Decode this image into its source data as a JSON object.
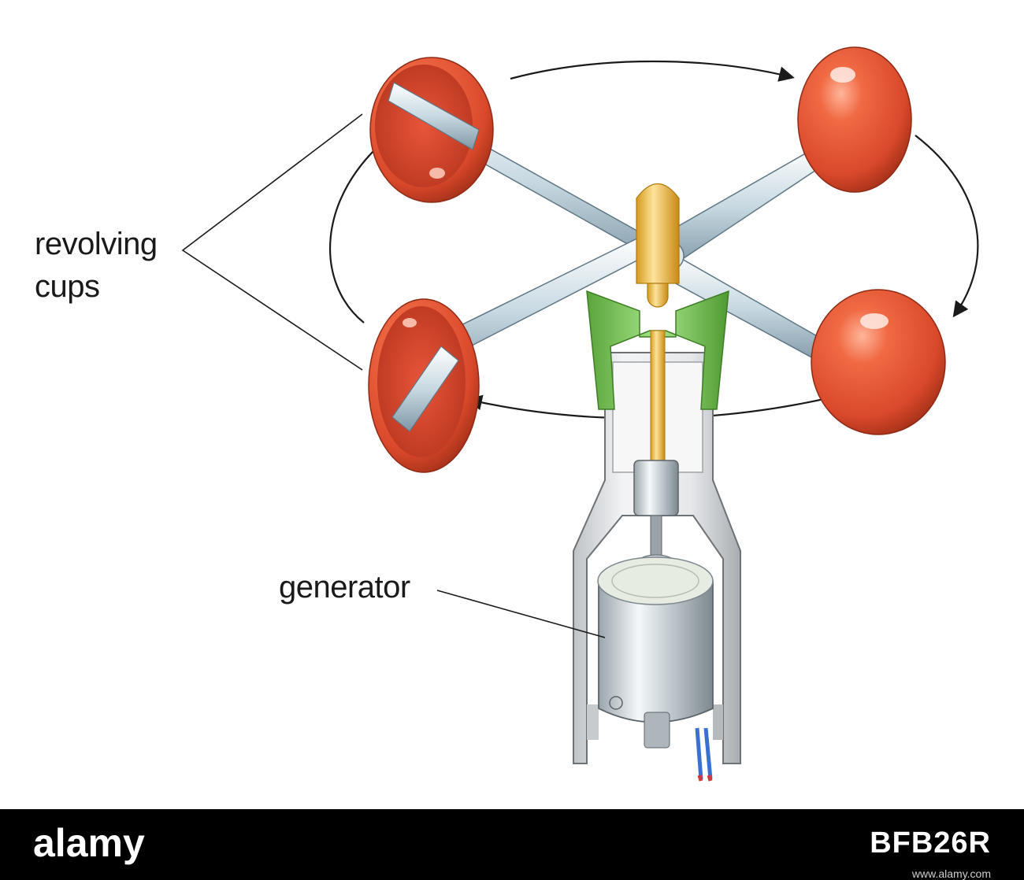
{
  "labels": {
    "cups_line1": "revolving",
    "cups_line2": "cups",
    "generator": "generator"
  },
  "footer": {
    "logo_text": "alamy",
    "reference": "BFB26R",
    "site": "www.alamy.com"
  },
  "colors": {
    "cup": "#e0502f",
    "arm": "#c9dbe3",
    "spindle": "#f2c45a",
    "hub": "#7ccf57",
    "housing": "#e9eaeb",
    "generator": "#cfd5d8",
    "footer_bg": "#000000"
  }
}
